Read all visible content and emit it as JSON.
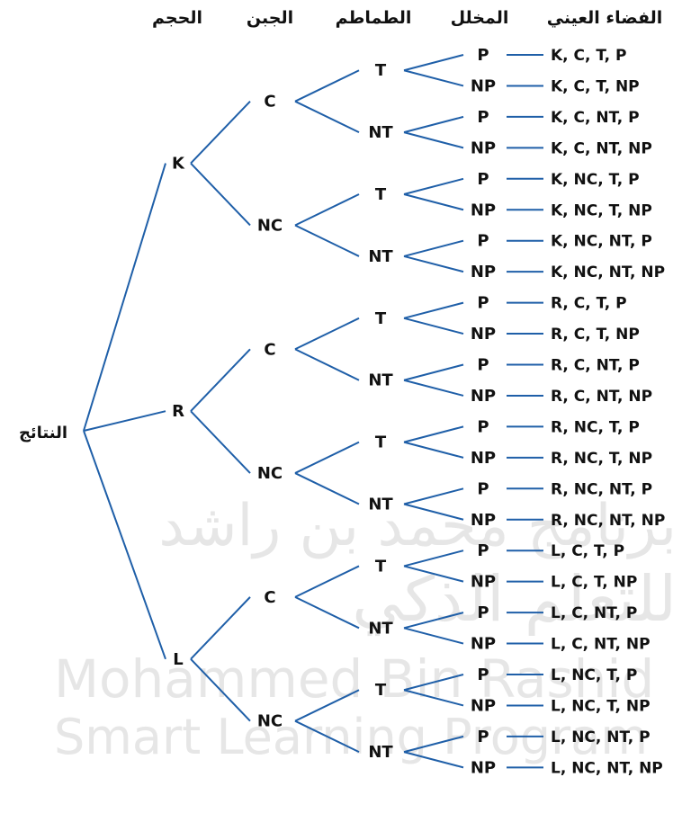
{
  "headers": {
    "size": "الحجم",
    "cheese": "الجبن",
    "tomato": "الطماطم",
    "pickle": "المخلل",
    "sample_space": "الفضاء العيني"
  },
  "root_label": "النتائج",
  "colors": {
    "branch": "#1f5fa8",
    "text": "#111111",
    "watermark": "#e6e6e6"
  },
  "watermark": {
    "arabic_line1": "برنامج محمد بن راشد",
    "arabic_line2": "للتعلم الذكي",
    "english_line1": "Mohammed Bin Rashid",
    "english_line2": "Smart Learning Program"
  },
  "tree": {
    "sizes": [
      "K",
      "R",
      "L"
    ],
    "cheese": [
      "C",
      "NC"
    ],
    "tomato": [
      "T",
      "NT"
    ],
    "pickle": [
      "P",
      "NP"
    ]
  },
  "outcomes": [
    "K, C, T, P",
    "K, C, T, NP",
    "K, C, NT, P",
    "K, C, NT, NP",
    "K, NC, T, P",
    "K, NC, T, NP",
    "K, NC, NT, P",
    "K, NC, NT, NP",
    "R, C, T, P",
    "R, C, T, NP",
    "R, C, NT, P",
    "R, C, NT, NP",
    "R, NC, T, P",
    "R, NC, T, NP",
    "R, NC, NT, P",
    "R, NC, NT, NP",
    "L, C, T, P",
    "L, C, T, NP",
    "L, C, NT, P",
    "L, C, NT, NP",
    "L, NC, T, P",
    "L, NC, T, NP",
    "L, NC, NT, P",
    "L, NC, NT, NP"
  ]
}
